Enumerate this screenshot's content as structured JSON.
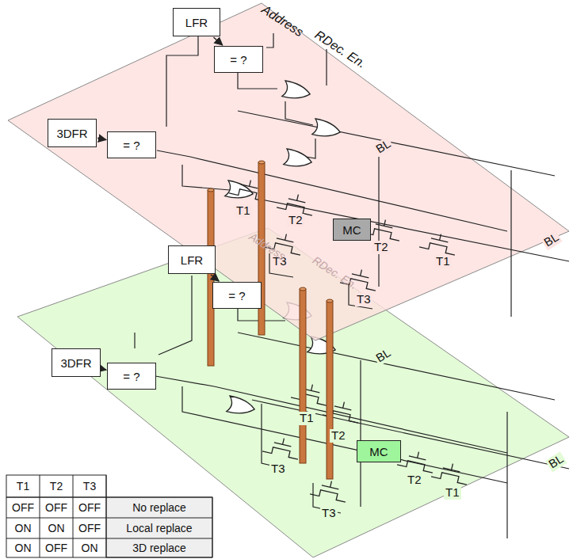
{
  "diagram": {
    "nodes": [
      {
        "text": [
          "LFR"
        ]
      },
      {
        "text": [
          "= ?"
        ]
      },
      {
        "text": [
          "3DFR"
        ]
      },
      {
        "text": [
          "= ?"
        ]
      },
      {
        "text": [
          "MC"
        ]
      },
      {
        "text": [
          "LFR"
        ]
      },
      {
        "text": [
          "= ?"
        ]
      },
      {
        "text": [
          "3DFR"
        ]
      },
      {
        "text": [
          "= ?"
        ]
      },
      {
        "text": [
          "MC"
        ]
      }
    ],
    "edges": [
      {
        "from": 0,
        "to": 1,
        "arrow": "to"
      },
      {
        "from": 2,
        "to": 3,
        "arrow": "to"
      },
      {
        "from": 5,
        "to": 6,
        "arrow": "to"
      },
      {
        "from": 7,
        "to": 8,
        "arrow": "to"
      }
    ],
    "labels": [
      "Address",
      "RDec. En.",
      "BL",
      "BL",
      "T1",
      "T2",
      "T2",
      "T1",
      "T3",
      "T3",
      "Address",
      "RDec. En.",
      "BL",
      "BL",
      "T1",
      "T2",
      "T2",
      "T1",
      "T3",
      "T3",
      "T1",
      "T2",
      "T3",
      "OFF",
      "OFF",
      "OFF",
      "No replace",
      "ON",
      "ON",
      "OFF",
      "Local replace",
      "ON",
      "OFF",
      "ON",
      "3D replace"
    ]
  }
}
